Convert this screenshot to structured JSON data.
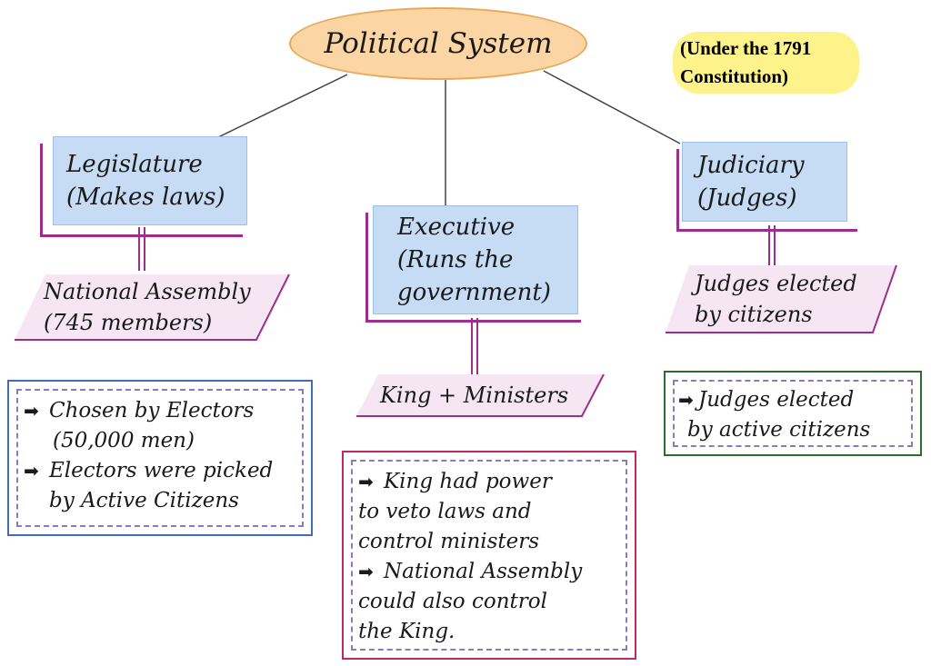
{
  "title": "Political System",
  "note": {
    "line1": "(Under the 1791",
    "line2": "Constitution)"
  },
  "branches": {
    "legislature": {
      "line1": "Legislature",
      "line2": "(Makes laws)"
    },
    "executive": {
      "line1": "Executive",
      "line2": "(Runs the",
      "line3": "government)"
    },
    "judiciary": {
      "line1": "Judiciary",
      "line2": "(Judges)"
    }
  },
  "bodies": {
    "legislature": {
      "line1": "National Assembly",
      "line2": "(745 members)"
    },
    "executive": {
      "line1": "King + Ministers"
    },
    "judiciary": {
      "line1": "Judges elected",
      "line2": "by citizens"
    }
  },
  "details": {
    "legislature": {
      "b1_line1": "Chosen by Electors",
      "b1_line2": "(50,000 men)",
      "b2_line1": "Electors were picked",
      "b2_line2": "by Active Citizens"
    },
    "executive": {
      "b1_line1": "King had power",
      "b1_line2": "to veto laws and",
      "b1_line3": "control ministers",
      "b2_line1": "National Assembly",
      "b2_line2": "could also control",
      "b2_line3": "the King."
    },
    "judiciary": {
      "b1_line1": "Judges elected",
      "b1_line2": "by active citizens"
    }
  },
  "arrow_glyph": "➡",
  "colors": {
    "title_fill": "#fbd5a3",
    "note_fill": "#fdf38a",
    "branch_fill": "#c6dcf5",
    "accent": "#9c2f8e",
    "body_fill": "#f6e6f4",
    "blue_frame": "#3f6fb5",
    "red_frame": "#c2285e",
    "green_frame": "#2d6a2d"
  }
}
